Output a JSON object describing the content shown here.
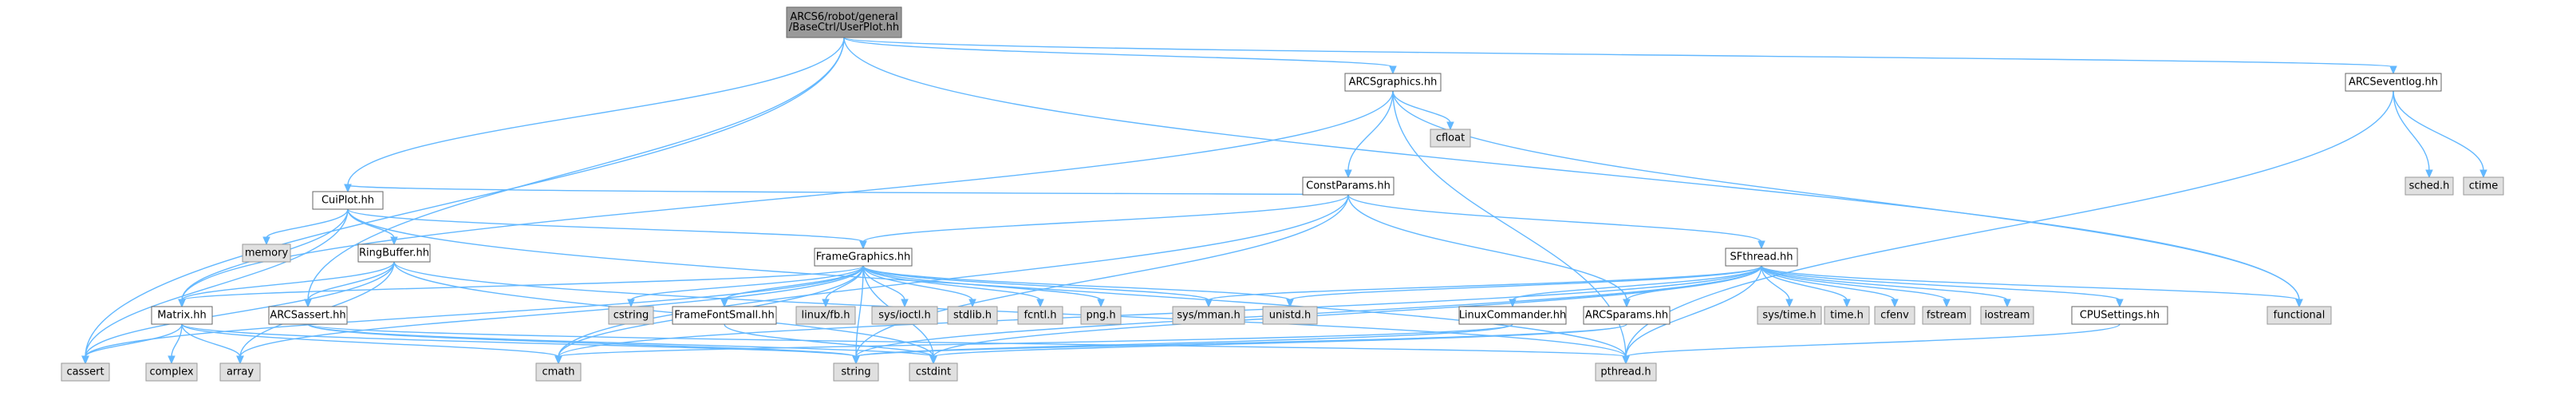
{
  "colors": {
    "root_fill": "#999999",
    "root_stroke": "#666666",
    "header_fill": "#ffffff",
    "header_stroke": "#666666",
    "system_fill": "#e0e0e0",
    "system_stroke": "#999999",
    "edge": "#63b8ff"
  },
  "nodes": {
    "root": {
      "lines": [
        "ARCS6/robot/general",
        "/BaseCtrl/UserPlot.hh"
      ],
      "kind": "root"
    },
    "arcsgraphics": {
      "lines": [
        "ARCSgraphics.hh"
      ],
      "kind": "header"
    },
    "arcseventlog": {
      "lines": [
        "ARCSeventlog.hh"
      ],
      "kind": "header"
    },
    "constparams": {
      "lines": [
        "ConstParams.hh"
      ],
      "kind": "header"
    },
    "cfloat": {
      "lines": [
        "cfloat"
      ],
      "kind": "system"
    },
    "schedh": {
      "lines": [
        "sched.h"
      ],
      "kind": "system"
    },
    "ctime": {
      "lines": [
        "ctime"
      ],
      "kind": "system"
    },
    "cuiplot": {
      "lines": [
        "CuiPlot.hh"
      ],
      "kind": "header"
    },
    "memory": {
      "lines": [
        "memory"
      ],
      "kind": "system"
    },
    "ringbuffer": {
      "lines": [
        "RingBuffer.hh"
      ],
      "kind": "header"
    },
    "framegraphics": {
      "lines": [
        "FrameGraphics.hh"
      ],
      "kind": "header"
    },
    "sfthread": {
      "lines": [
        "SFthread.hh"
      ],
      "kind": "header"
    },
    "matrix": {
      "lines": [
        "Matrix.hh"
      ],
      "kind": "header"
    },
    "arcsassert": {
      "lines": [
        "ARCSassert.hh"
      ],
      "kind": "header"
    },
    "cstring": {
      "lines": [
        "cstring"
      ],
      "kind": "system"
    },
    "framefontsmall": {
      "lines": [
        "FrameFontSmall.hh"
      ],
      "kind": "header"
    },
    "linuxfb": {
      "lines": [
        "linux/fb.h"
      ],
      "kind": "system"
    },
    "sysioctl": {
      "lines": [
        "sys/ioctl.h"
      ],
      "kind": "system"
    },
    "stdlib": {
      "lines": [
        "stdlib.h"
      ],
      "kind": "system"
    },
    "fcntl": {
      "lines": [
        "fcntl.h"
      ],
      "kind": "system"
    },
    "pngh": {
      "lines": [
        "png.h"
      ],
      "kind": "system"
    },
    "sysmman": {
      "lines": [
        "sys/mman.h"
      ],
      "kind": "system"
    },
    "unistd": {
      "lines": [
        "unistd.h"
      ],
      "kind": "system"
    },
    "linuxcommander": {
      "lines": [
        "LinuxCommander.hh"
      ],
      "kind": "header"
    },
    "arcsparams": {
      "lines": [
        "ARCSparams.hh"
      ],
      "kind": "header"
    },
    "systime": {
      "lines": [
        "sys/time.h"
      ],
      "kind": "system"
    },
    "timeh": {
      "lines": [
        "time.h"
      ],
      "kind": "system"
    },
    "cfenv": {
      "lines": [
        "cfenv"
      ],
      "kind": "system"
    },
    "fstream": {
      "lines": [
        "fstream"
      ],
      "kind": "system"
    },
    "iostream": {
      "lines": [
        "iostream"
      ],
      "kind": "system"
    },
    "cpusettings": {
      "lines": [
        "CPUSettings.hh"
      ],
      "kind": "header"
    },
    "functional": {
      "lines": [
        "functional"
      ],
      "kind": "system"
    },
    "cassert": {
      "lines": [
        "cassert"
      ],
      "kind": "system"
    },
    "complex": {
      "lines": [
        "complex"
      ],
      "kind": "system"
    },
    "array": {
      "lines": [
        "array"
      ],
      "kind": "system"
    },
    "cmath": {
      "lines": [
        "cmath"
      ],
      "kind": "system"
    },
    "string": {
      "lines": [
        "string"
      ],
      "kind": "system"
    },
    "cstdint": {
      "lines": [
        "cstdint"
      ],
      "kind": "system"
    },
    "pthread": {
      "lines": [
        "pthread.h"
      ],
      "kind": "system"
    }
  }
}
